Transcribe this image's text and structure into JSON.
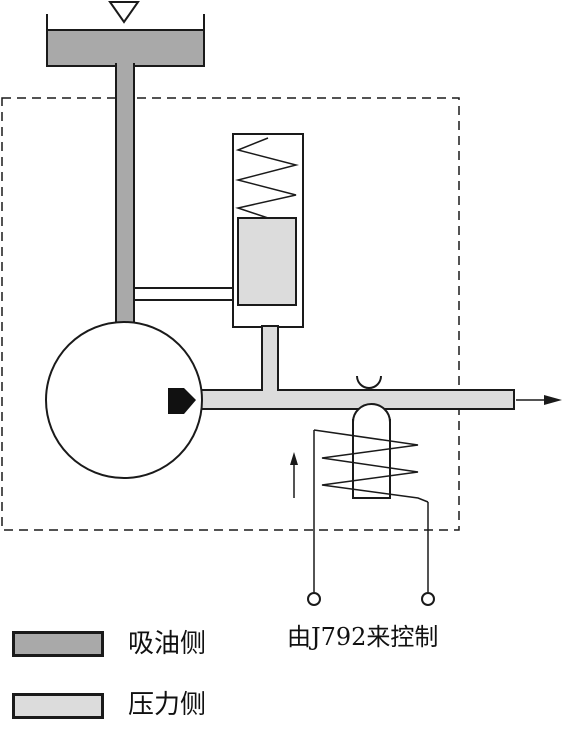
{
  "legend": {
    "suction_label": "吸油侧",
    "pressure_label": "压力侧"
  },
  "control_label": "由J792来控制",
  "colors": {
    "suction": "#a9a9a9",
    "pressure": "#dcdcdc",
    "outline": "#1a1a1a",
    "background": "#ffffff"
  }
}
